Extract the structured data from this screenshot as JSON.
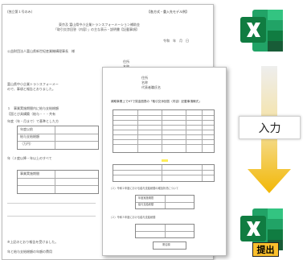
{
  "back_document": {
    "top_left": "(独立第１号のみ)",
    "top_right": "【各方式・重入先モデル例】",
    "heading_1": "東京及 富山県中小企業トランスフォーメーション補助金",
    "heading_2": "「取引交渉回答（内容）」の主な表示・説明書【記載事項】",
    "date": "令和　年　月　日",
    "addressee": "公益財団法人富山県新世紀産業機構理事長　様",
    "applicant_1": "住所",
    "applicant_2": "名称",
    "applicant_3": "代表者職氏名",
    "body_1": "富山県中小企業トランスフォーメー",
    "body_2": "ので、事項と報告とおりました。",
    "item_1": "１　事業実施期間内に給与支給総額",
    "item_2": "【国とび具構築（給与・・・共有",
    "item_3": "年度（年・月まで）で基準とした方",
    "table_cell_1": "年度以前",
    "table_cell_2": "給与支給総額",
    "table_cell_3": "（万円）",
    "item_4": "年（２度以降・年以上のすべて",
    "item_5": "事業実施期間",
    "footnote_1": "※上記のとおり報告を受けました。",
    "footnote_2": "年と給与支給総額の年額の費用"
  },
  "front_document": {
    "recipient_1": "住所",
    "recipient_2": "名称",
    "recipient_3": "代表者職氏名",
    "title": "補助事業上でHTで賃金図表の「取引交渉回答（内容）記載事項様式」",
    "note_1": "（２）令和２年度における給与支給総額の増加状況について",
    "note_2": "（２）令和３年度における給与支給総額",
    "summary_1": "年度実施期間",
    "summary_2": "給与支給総額",
    "sign": "署名欄"
  },
  "workflow": {
    "input_label": "入力",
    "submit_label": "提出"
  },
  "icons": {
    "top": "excel-icon",
    "bottom": "excel-icon"
  },
  "colors": {
    "excel_dark": "#185c37",
    "excel_green": "#21a366",
    "excel_light": "#33c481",
    "arrow_top": "#e8e8e8",
    "arrow_bottom": "#f2b705",
    "badge": "#fbc02d"
  }
}
